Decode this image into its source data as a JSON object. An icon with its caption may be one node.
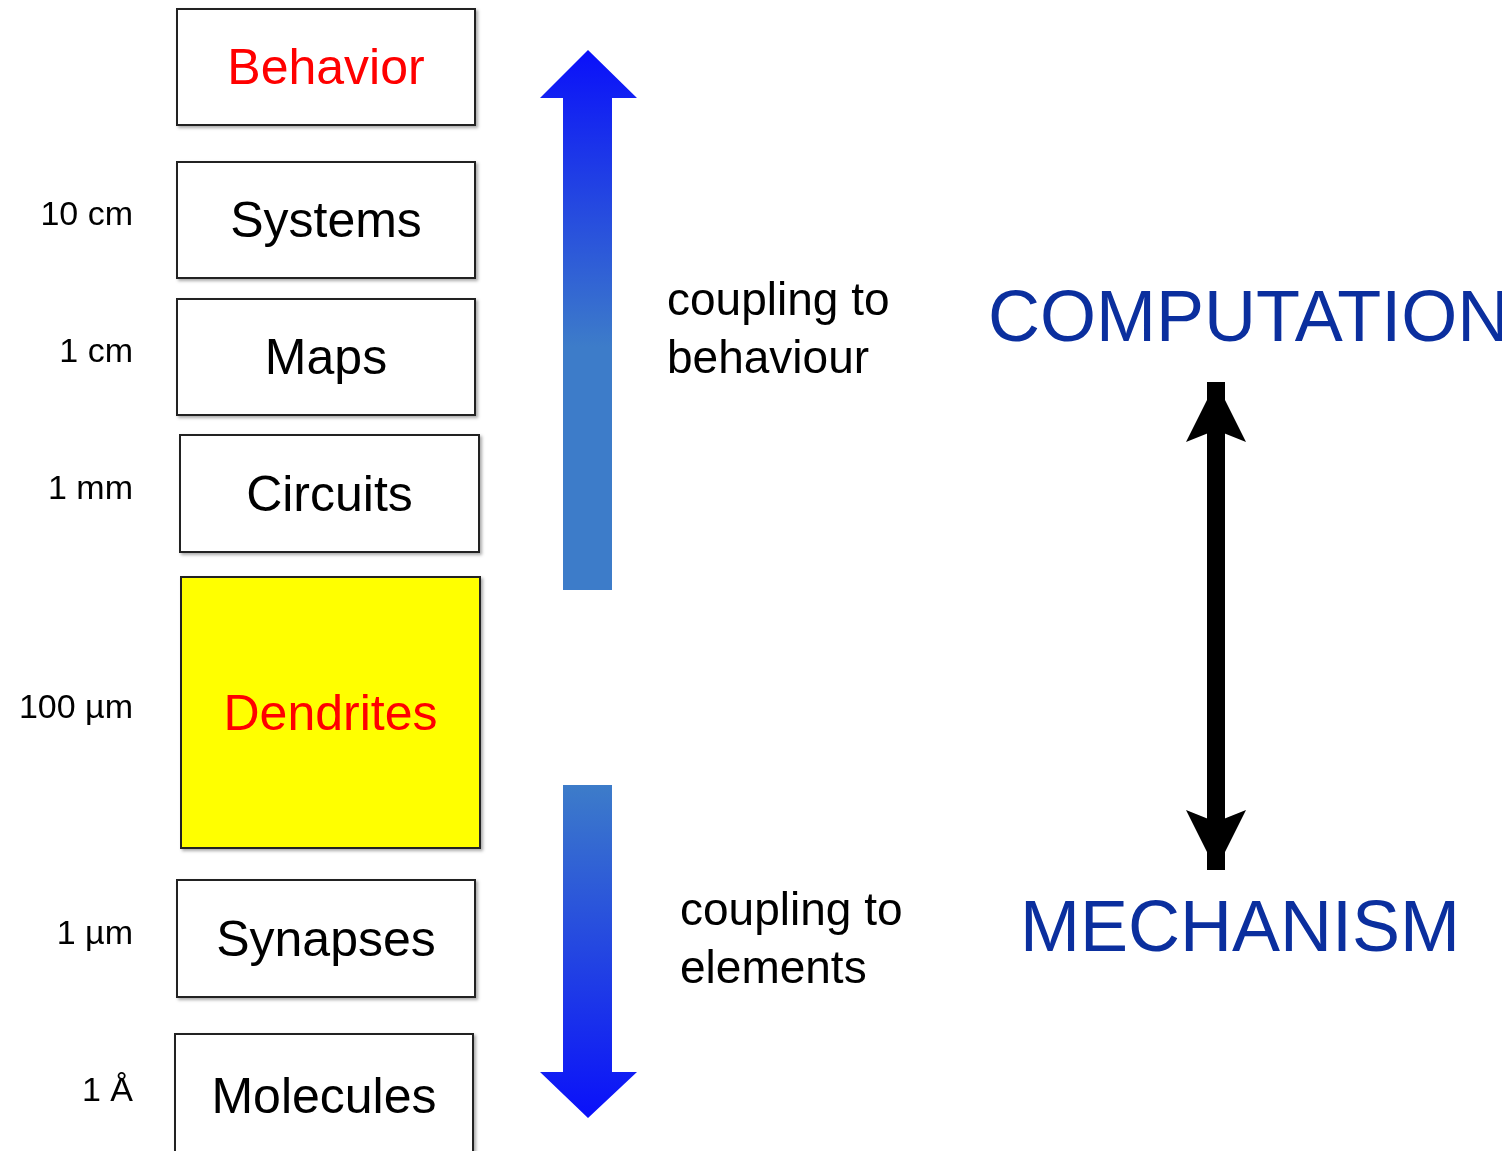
{
  "diagram": {
    "nodes": [
      {
        "text": [
          "Behavior"
        ]
      },
      {
        "text": [
          "Systems"
        ],
        "beside": [
          "10 cm"
        ]
      },
      {
        "text": [
          "Maps"
        ],
        "beside": [
          "1 cm"
        ]
      },
      {
        "text": [
          "Circuits"
        ],
        "beside": [
          "1 mm"
        ]
      },
      {
        "text": [
          "Dendrites"
        ],
        "beside": [
          "100 µm"
        ]
      },
      {
        "text": [
          "Synapses"
        ],
        "beside": [
          "1 µm"
        ]
      },
      {
        "text": [
          "Molecules"
        ],
        "beside": [
          "1 Å"
        ]
      },
      {
        "text": [
          "COMPUTATION"
        ]
      },
      {
        "text": [
          "MECHANISM"
        ]
      }
    ],
    "edges": [
      {
        "from": 7,
        "to": 8,
        "arrow": "both"
      }
    ],
    "labels": [
      "coupling to behaviour",
      "coupling to elements"
    ]
  }
}
